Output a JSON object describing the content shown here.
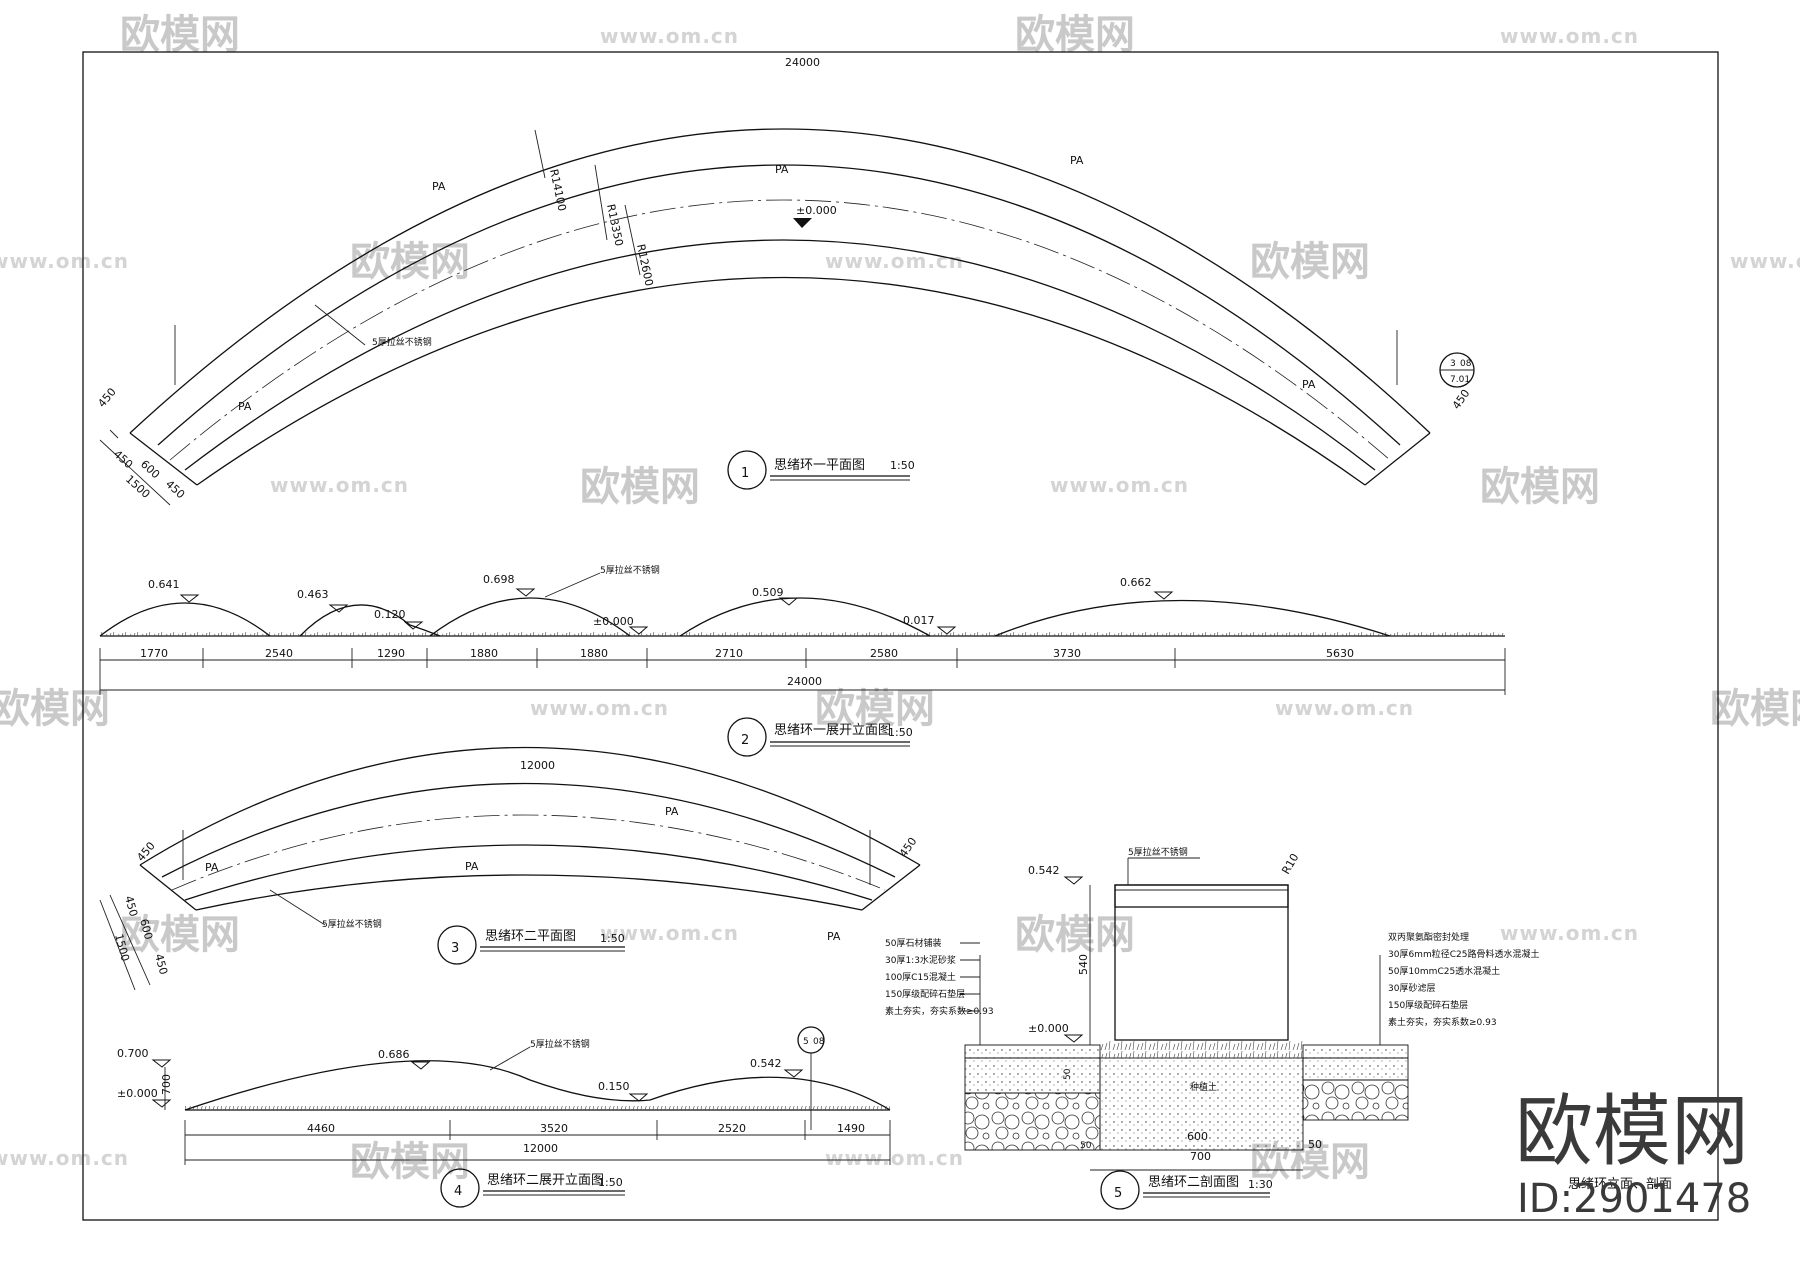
{
  "watermark": {
    "brand": "欧模网",
    "site": "www.om.cn",
    "id": "ID:2901478"
  },
  "plan1": {
    "title": "思绪环一平面图",
    "scale": "1:50",
    "index": "1",
    "arc_length": "24000",
    "radii": [
      "R14100",
      "R13350",
      "R12600"
    ],
    "level": "±0.000",
    "material": "5厚拉丝不锈钢",
    "pa": "PA",
    "dims": [
      "450",
      "450",
      "600",
      "1500",
      "450"
    ],
    "detail_tag": {
      "top": "3",
      "right": "08",
      "bottom": "7.01"
    }
  },
  "elev1": {
    "title": "思绪环一展开立面图",
    "scale": "1:50",
    "index": "2",
    "material": "5厚拉丝不锈钢",
    "levels": [
      "0.641",
      "0.463",
      "0.120",
      "0.698",
      "±0.000",
      "0.509",
      "0.017",
      "0.662"
    ],
    "dims": [
      "1770",
      "2540",
      "1290",
      "1880",
      "1880",
      "2710",
      "2580",
      "3730",
      "5630"
    ],
    "total": "24000"
  },
  "plan2": {
    "title": "思绪环二平面图",
    "scale": "1:50",
    "index": "3",
    "arc_length": "12000",
    "material": "5厚拉丝不锈钢",
    "pa": "PA",
    "dims": [
      "450",
      "450",
      "450",
      "600",
      "1500",
      "450"
    ]
  },
  "elev2": {
    "title": "思绪环二展开立面图",
    "scale": "1:50",
    "index": "4",
    "material": "5厚拉丝不锈钢",
    "levels": [
      "0.700",
      "±0.000",
      "0.686",
      "0.150",
      "0.542"
    ],
    "height": "700",
    "dims": [
      "4460",
      "3520",
      "2520",
      "1490"
    ],
    "total": "12000",
    "tag": {
      "top": "5",
      "right": "08"
    }
  },
  "section": {
    "title": "思绪环二剖面图",
    "scale": "1:30",
    "index": "5",
    "material": "5厚拉丝不锈钢",
    "radius": "R10",
    "level_top": "0.542",
    "level_ground": "±0.000",
    "height": "540",
    "depth": "50",
    "soil": "种植土",
    "dims_bottom": [
      "50",
      "600",
      "700",
      "50"
    ],
    "layers_left": [
      "50厚石材铺装",
      "30厚1:3水泥砂浆",
      "100厚C15混凝土",
      "150厚级配碎石垫层",
      "素土夯实，夯实系数≥0.93"
    ],
    "layers_right": [
      "双丙聚氨酯密封处理",
      "30厚6mm粒径C25路骨料透水混凝土",
      "50厚10mmC25透水混凝土",
      "30厚砂滤层",
      "150厚级配碎石垫层",
      "素土夯实，夯实系数≥0.93"
    ],
    "sheet_caption": "思绪环立面、剖面"
  }
}
